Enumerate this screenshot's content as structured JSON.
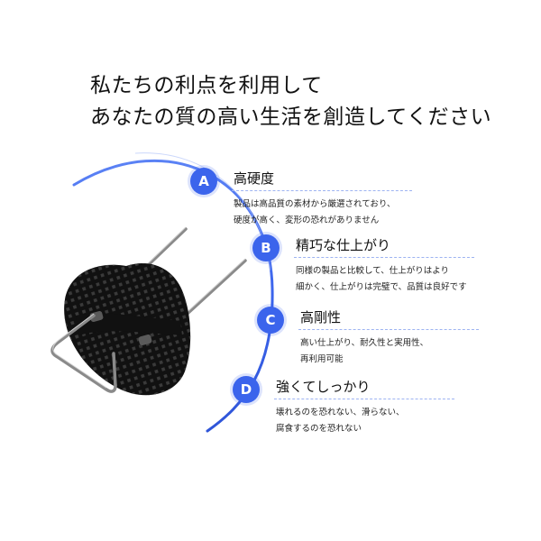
{
  "headline": {
    "line1": "私たちの利点を利用して",
    "line2": "あなたの質の高い生活を創造してください"
  },
  "colors": {
    "accent": "#3b64ec",
    "product": "#111111",
    "pin": "#8a8a8a"
  },
  "features": [
    {
      "badge": "A",
      "title": "高硬度",
      "desc1": "製品は高品質の素材から厳選されており、",
      "desc2": "硬度が高く、変形の恐れがありません"
    },
    {
      "badge": "B",
      "title": "精巧な仕上がり",
      "desc1": "同様の製品と比較して、仕上がりはより",
      "desc2": "細かく、仕上がりは完璧で、品質は良好です"
    },
    {
      "badge": "C",
      "title": "高剛性",
      "desc1": "高い仕上がり、耐久性と実用性、",
      "desc2": "再利用可能"
    },
    {
      "badge": "D",
      "title": "強くてしっかり",
      "desc1": "壊れるのを恐れない、滑らない、",
      "desc2": "腐食するのを恐れない"
    }
  ]
}
